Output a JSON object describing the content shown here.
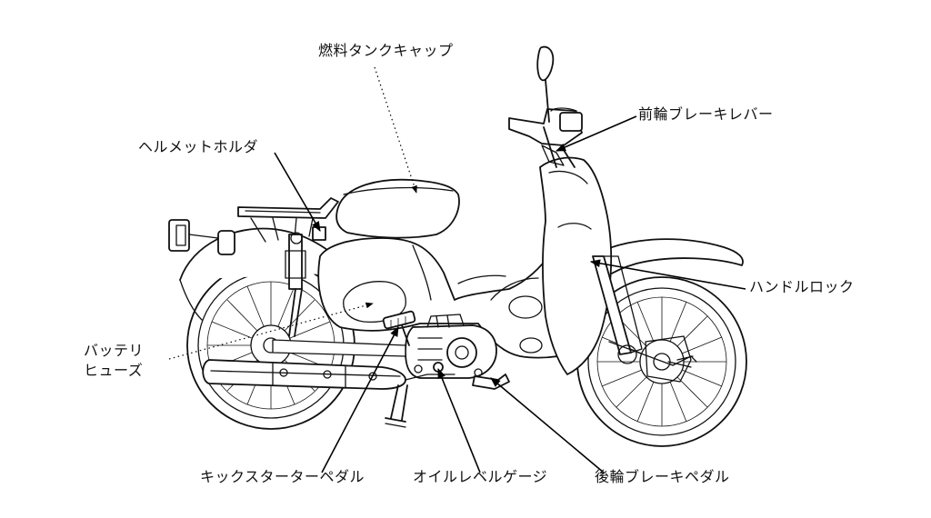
{
  "labels": {
    "fuel_cap": "燃料タンクキャップ",
    "front_brake_lever": "前輪ブレーキレバー",
    "helmet_holder": "ヘルメットホルダ",
    "handle_lock": "ハンドルロック",
    "battery_line1": "バッテリ",
    "battery_line2": "ヒューズ",
    "kick_starter": "キックスターターペダル",
    "oil_gauge": "オイルレベルゲージ",
    "rear_brake_pedal": "後輪ブレーキペダル"
  }
}
